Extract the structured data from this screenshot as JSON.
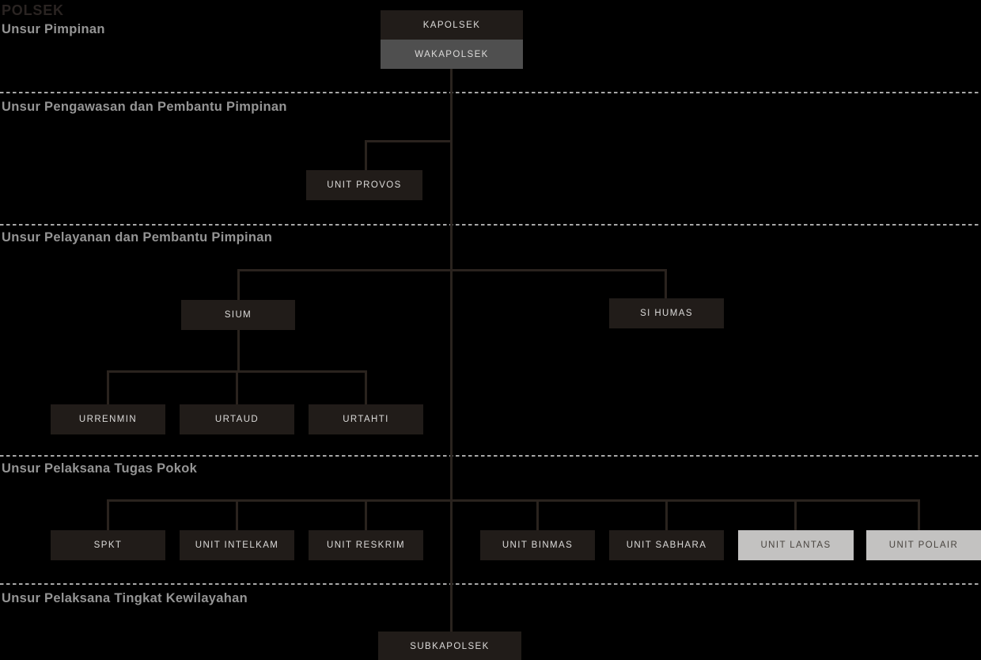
{
  "page": {
    "title": "POLSEK"
  },
  "colors": {
    "background": "#000000",
    "box_dark": "#211c19",
    "box_gray": "#4f4f4f",
    "box_light": "#c3c2c1",
    "box_dark_text": "#dcdbda",
    "box_light_text": "#49443f",
    "connector_line": "#2a231e",
    "divider_dash": "#a8a8a8",
    "section_label": "#959595",
    "title_text": "#2a2422"
  },
  "sections": {
    "pimpinan": {
      "label": "Unsur Pimpinan"
    },
    "pengawasan": {
      "label": "Unsur Pengawasan dan Pembantu Pimpinan"
    },
    "pelayanan": {
      "label": "Unsur Pelayanan dan Pembantu Pimpinan"
    },
    "pelaksana_pokok": {
      "label": "Unsur Pelaksana Tugas Pokok"
    },
    "kewilayahan": {
      "label": "Unsur Pelaksana Tingkat Kewilayahan"
    }
  },
  "nodes": {
    "kapolsek": {
      "label": "KAPOLSEK",
      "variant": "dark"
    },
    "wakapolsek": {
      "label": "WAKAPOLSEK",
      "variant": "gray"
    },
    "unit_provos": {
      "label": "UNIT PROVOS",
      "variant": "dark"
    },
    "sium": {
      "label": "SIUM",
      "variant": "dark"
    },
    "si_humas": {
      "label": "SI HUMAS",
      "variant": "dark"
    },
    "urrenmin": {
      "label": "URRENMIN",
      "variant": "dark"
    },
    "urtaud": {
      "label": "URTAUD",
      "variant": "dark"
    },
    "urtahti": {
      "label": "URTAHTI",
      "variant": "dark"
    },
    "spkt": {
      "label": "SPKT",
      "variant": "dark"
    },
    "unit_intelkam": {
      "label": "UNIT INTELKAM",
      "variant": "dark"
    },
    "unit_reskrim": {
      "label": "UNIT RESKRIM",
      "variant": "dark"
    },
    "unit_binmas": {
      "label": "UNIT BINMAS",
      "variant": "dark"
    },
    "unit_sabhara": {
      "label": "UNIT SABHARA",
      "variant": "dark"
    },
    "unit_lantas": {
      "label": "UNIT LANTAS",
      "variant": "light"
    },
    "unit_polair": {
      "label": "UNIT POLAIR",
      "variant": "light"
    },
    "subkapolsek": {
      "label": "SUBKAPOLSEK",
      "variant": "dark"
    }
  },
  "hierarchy": {
    "root": "KAPOLSEK",
    "deputy": "WAKAPOLSEK",
    "children": {
      "pengawasan": [
        "UNIT PROVOS"
      ],
      "pelayanan": [
        "SIUM",
        "SI HUMAS"
      ],
      "sium_children": [
        "URRENMIN",
        "URTAUD",
        "URTAHTI"
      ],
      "pelaksana_pokok": [
        "SPKT",
        "UNIT INTELKAM",
        "UNIT RESKRIM",
        "UNIT BINMAS",
        "UNIT SABHARA",
        "UNIT LANTAS",
        "UNIT POLAIR"
      ],
      "kewilayahan": [
        "SUBKAPOLSEK"
      ]
    }
  }
}
